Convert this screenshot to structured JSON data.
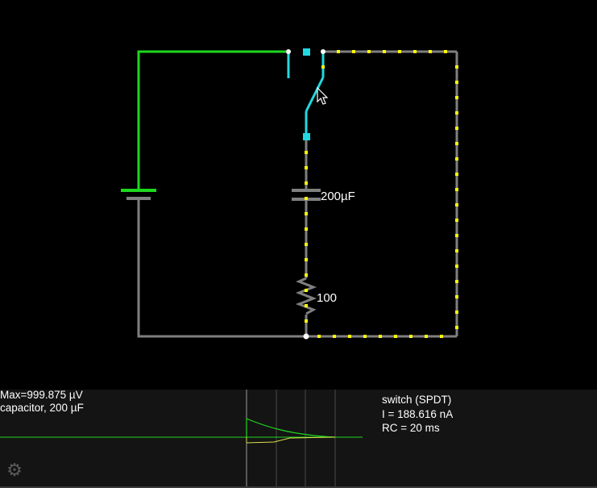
{
  "circuit": {
    "capacitor_label": "200µF",
    "resistor_label": "100"
  },
  "scope": {
    "max_label": "Max=999.875 µV",
    "element_label": "capacitor, 200 µF"
  },
  "info": {
    "line1": "switch (SPDT)",
    "line2": "I = 188.616 nA",
    "line3": "RC = 20 ms"
  },
  "icons": {
    "settings": "gear-icon",
    "cursor": "mouse-pointer-icon"
  },
  "colors": {
    "background": "#000000",
    "wire_live": "#1ed81e",
    "wire_idle": "#7f7f7f",
    "switch": "#22d8e0",
    "current_dots": "#ffff00",
    "scope_background": "#141414"
  }
}
